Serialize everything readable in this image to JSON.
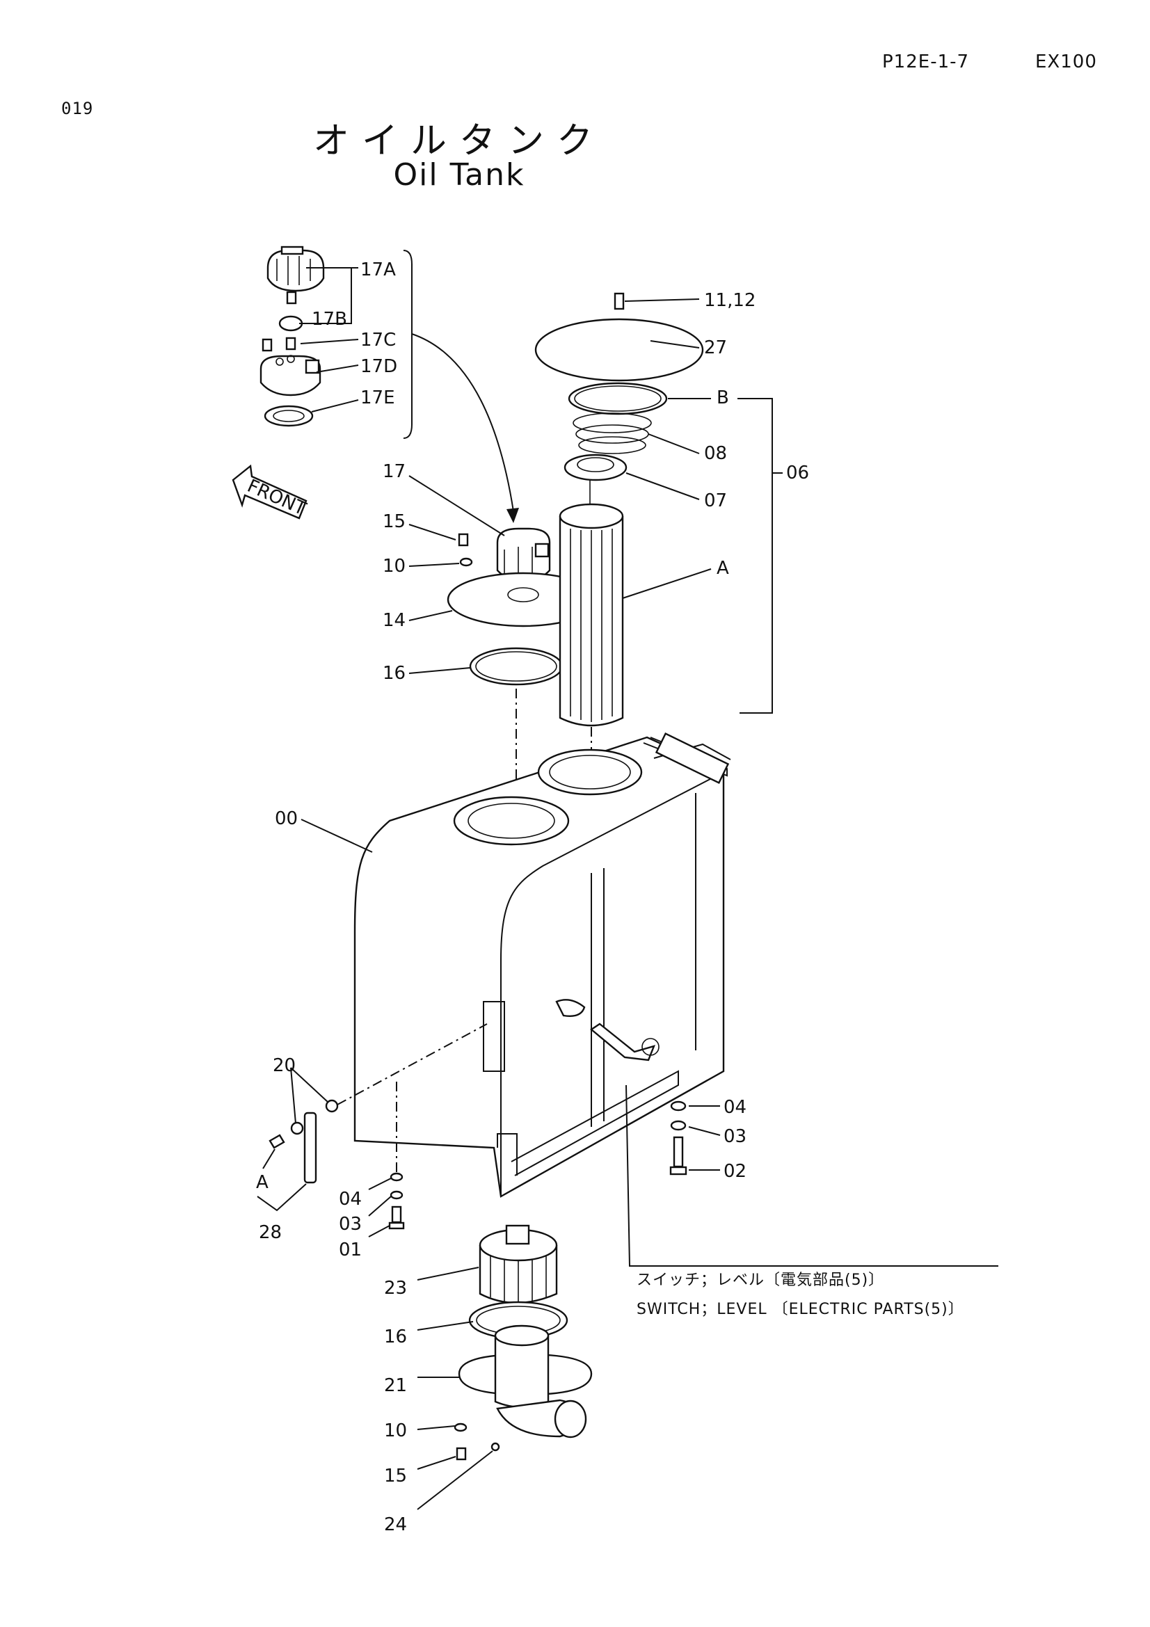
{
  "header": {
    "page_code": "P12E-1-7",
    "model": "EX100",
    "page_number": "019"
  },
  "title": {
    "japanese": "オイルタンク",
    "english": "Oil Tank"
  },
  "front_label": "FRONT",
  "labels": {
    "l17A": "17A",
    "l17B": "17B",
    "l17C": "17C",
    "l17D": "17D",
    "l17E": "17E",
    "l17": "17",
    "l15a": "15",
    "l10a": "10",
    "l14": "14",
    "l16a": "16",
    "l1112": "11,12",
    "l27": "27",
    "lB": "B",
    "l08": "08",
    "l07": "07",
    "l06": "06",
    "lA": "A",
    "l00": "00",
    "l20": "20",
    "lA2": "A",
    "l28": "28",
    "l04a": "04",
    "l03a": "03",
    "l01": "01",
    "l04b": "04",
    "l03b": "03",
    "l02": "02",
    "l23": "23",
    "l16b": "16",
    "l21": "21",
    "l10b": "10",
    "l15b": "15",
    "l24": "24"
  },
  "note": {
    "japanese": "スイッチ；レベル〔電気部品(5)〕",
    "english": "SWITCH；LEVEL 〔ELECTRIC PARTS(5)〕"
  }
}
